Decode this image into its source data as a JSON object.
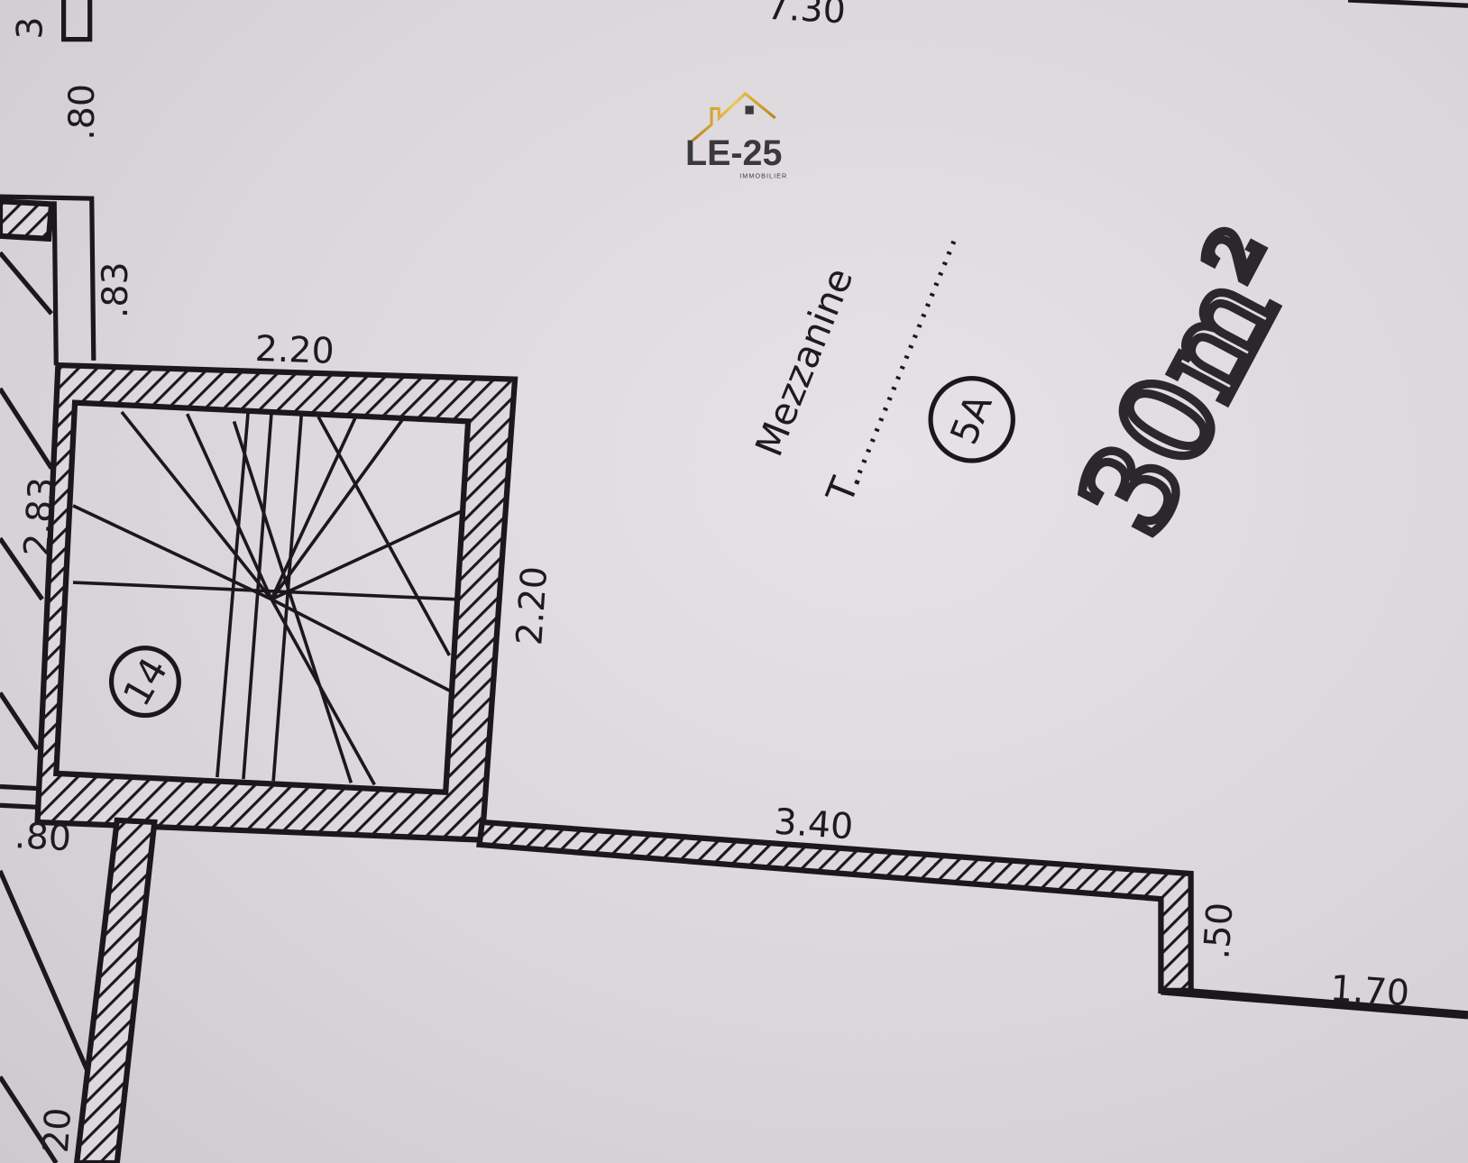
{
  "plan": {
    "dimensions": {
      "top_partial": "3",
      "top_width": "7.30",
      "left_top": ".80",
      "left_upper": ".83",
      "stair_top": "2.20",
      "stair_left": "2.83",
      "stair_right": "2.20",
      "left_lower": ".80",
      "bottom_wall": "3.40",
      "step": ".50",
      "bottom_right": "1.70",
      "bottom_left": "20"
    },
    "room_label": "Mezzanine",
    "room_marker": "T.",
    "zone_tag": "5A",
    "stair_tag": "14",
    "handwritten_area": "30m²"
  },
  "watermark": {
    "name": "LE-25",
    "subtitle": "IMMOBILIER"
  },
  "colors": {
    "ink": "#1a181a",
    "paper": "#dcd8dc",
    "logo_gold": "#d4a62a",
    "logo_dark": "#3a3a3c"
  }
}
